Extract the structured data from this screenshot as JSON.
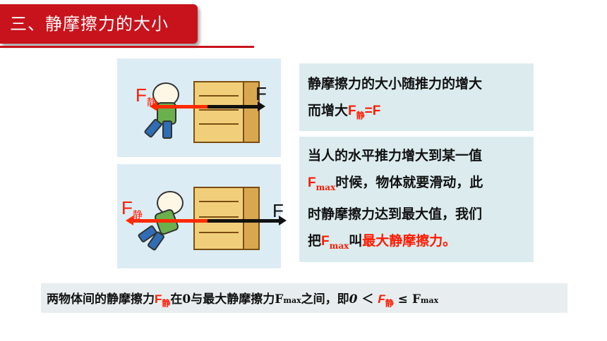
{
  "title": "三、静摩擦力的大小",
  "scene_top": {
    "f_static": "F",
    "f_static_sub": "静",
    "f_push": "F"
  },
  "scene_bottom": {
    "f_static": "F",
    "f_static_sub": "静",
    "f_push": "F"
  },
  "note1": {
    "line1": "静摩擦力的大小随推力的增大",
    "line2_a": "而增大",
    "line2_f": "F",
    "line2_sub": "静",
    "line2_b": "=F"
  },
  "note2": {
    "line1": "当人的水平推力增大到某一值",
    "line2_f": "F",
    "line2_sub": "max",
    "line2_b": "时候，物体就要滑动，此",
    "line3": "时静摩擦力达到最大值，我们",
    "line4_a": "把",
    "line4_f": "F",
    "line4_sub": "max",
    "line4_b": "叫",
    "line4_red": "最大静摩擦力。"
  },
  "bottom": {
    "part1": "两物体间的静摩擦力",
    "f": "F",
    "f_sub": "静",
    "part2": "在0与最大静摩擦力F",
    "part2_sub": "max",
    "part3": "之间，即",
    "zero": "0",
    "lt": " ＜ ",
    "f2": "F",
    "f2_sub": "静",
    "le": " ≤ ",
    "fmax": "F",
    "fmax_sub": "max"
  },
  "colors": {
    "accent": "#c8131c",
    "red_text": "#ff1a00",
    "panel": "#dcecee",
    "scene_bg": "#dcecf4"
  }
}
